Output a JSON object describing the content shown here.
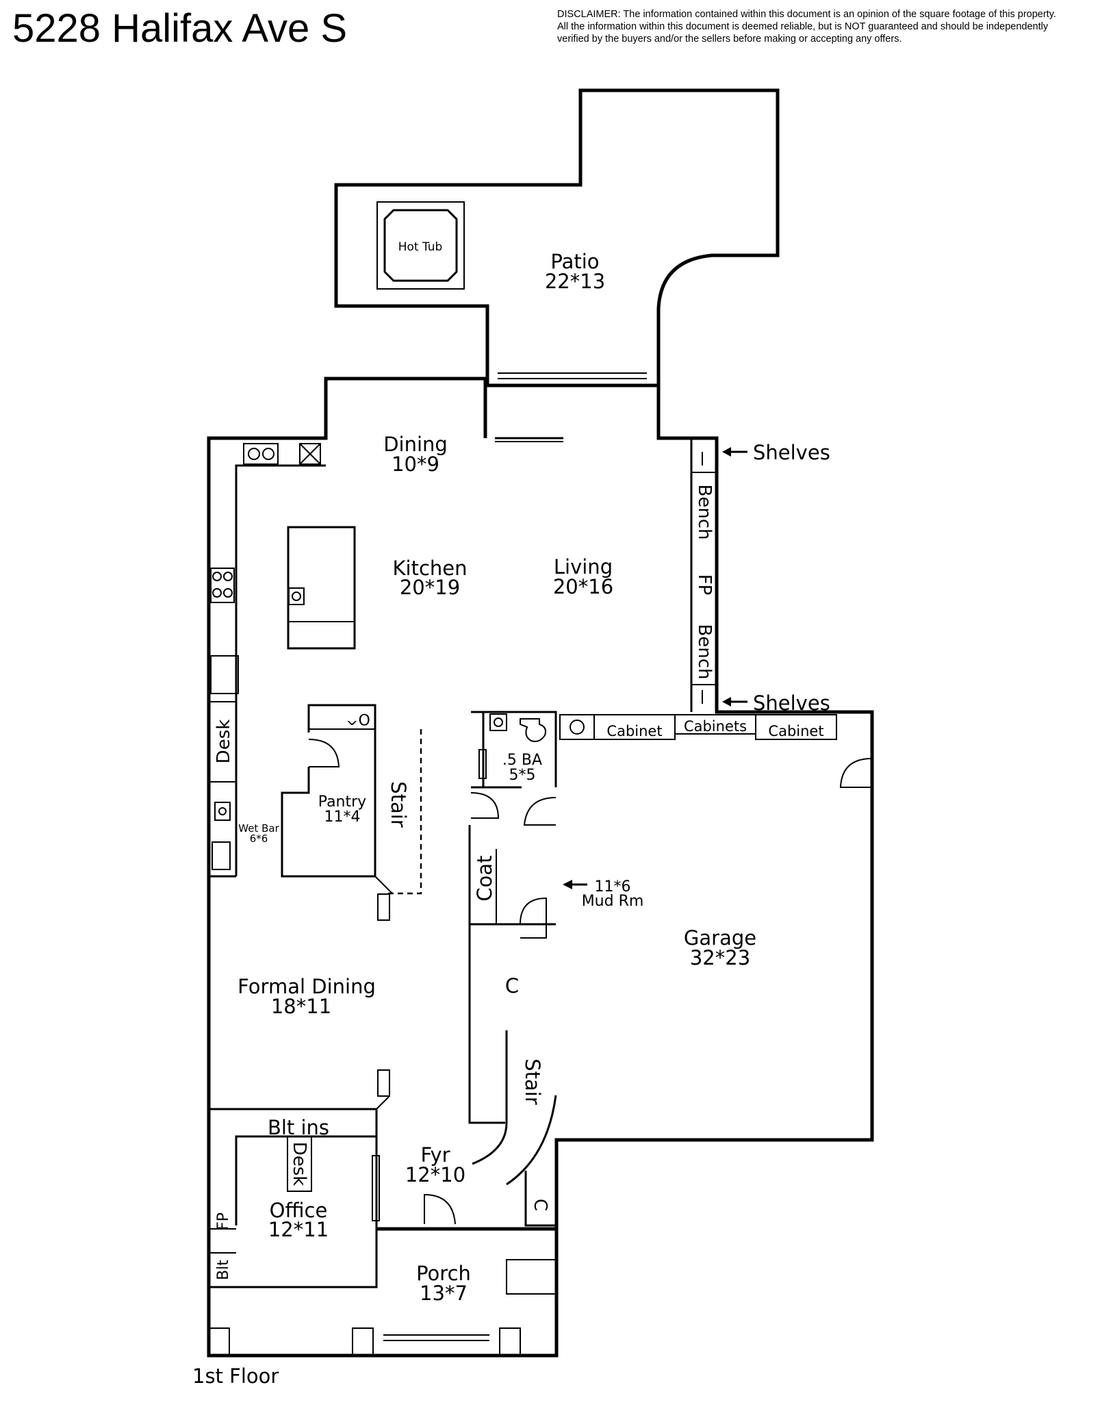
{
  "header": {
    "title": "5228 Halifax Ave S",
    "disclaimer": [
      "DISCLAIMER: The information contained within this document is an opinion of the square footage of this property.",
      "All the information within this document is deemed reliable, but is NOT guaranteed and should be independently",
      "verified by the buyers and/or the sellers before making or accepting any offers."
    ]
  },
  "floor_label": "1st Floor",
  "rooms": {
    "patio": {
      "name": "Patio",
      "dims": "22*13"
    },
    "hot_tub": {
      "name": "Hot Tub"
    },
    "dining": {
      "name": "Dining",
      "dims": "10*9"
    },
    "kitchen": {
      "name": "Kitchen",
      "dims": "20*19"
    },
    "living": {
      "name": "Living",
      "dims": "20*16"
    },
    "pantry": {
      "name": "Pantry",
      "dims": "11*4"
    },
    "wet_bar": {
      "name": "Wet Bar",
      "dims": "6*6"
    },
    "half_bath": {
      "name": ".5 BA",
      "dims": "5*5"
    },
    "mud_room": {
      "name": "Mud Rm",
      "dims": "11*6"
    },
    "garage": {
      "name": "Garage",
      "dims": "32*23"
    },
    "formal_dining": {
      "name": "Formal Dining",
      "dims": "18*11"
    },
    "foyer": {
      "name": "Fyr",
      "dims": "12*10"
    },
    "office": {
      "name": "Office",
      "dims": "12*11"
    },
    "porch": {
      "name": "Porch",
      "dims": "13*7"
    }
  },
  "fixtures": {
    "shelves_top": "Shelves",
    "shelves_bottom": "Shelves",
    "bench_top": "Bench",
    "fireplace_living": "FP",
    "bench_bottom": "Bench",
    "desk_kitchen": "Desk",
    "oven": "O^",
    "stair_upper": "Stair",
    "stair_lower": "Stair",
    "coat": "Coat",
    "closet_main": "C",
    "closet_foyer": "C",
    "cabinet_left": "Cabinet",
    "cabinets_mid": "Cabinets",
    "cabinet_right": "Cabinet",
    "built_ins": "Blt ins",
    "desk_office": "Desk",
    "fireplace_office": "FP",
    "built_in_office": "Blt"
  }
}
